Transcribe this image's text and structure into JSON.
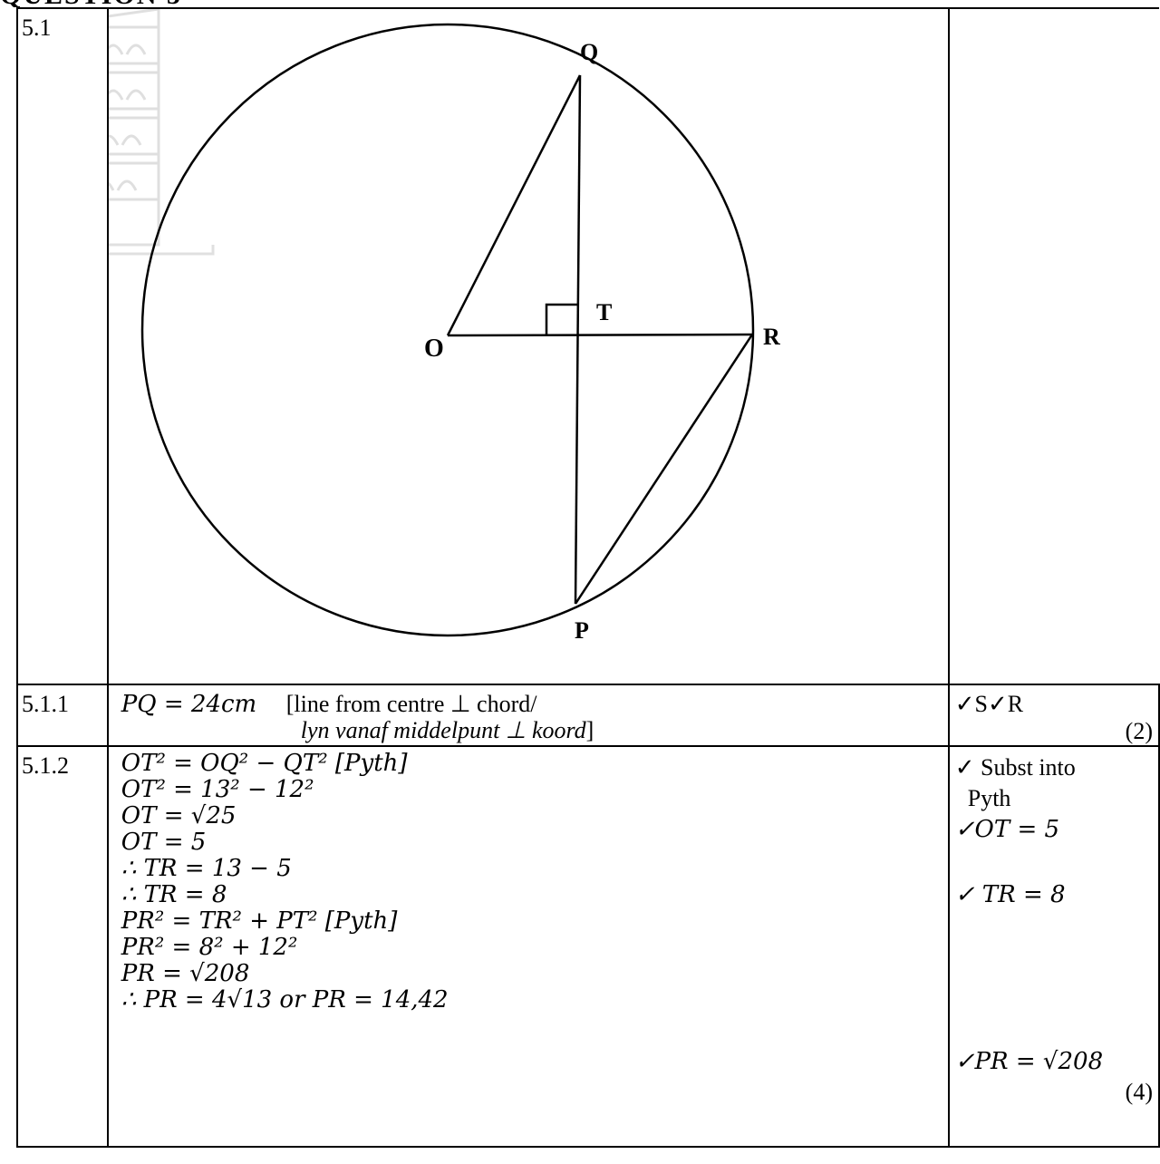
{
  "question": {
    "number": "5.1",
    "diagram": {
      "labels": {
        "o": "O",
        "q": "Q",
        "r": "R",
        "p": "P",
        "t": "T"
      }
    }
  },
  "rows": [
    {
      "number": "5.1.1",
      "lines": [
        {
          "math": "PQ = 24cm",
          "text": "[line from centre ⊥ chord/"
        },
        {
          "italic": "lyn vanaf middelpunt ⊥ koord",
          "close": "]"
        }
      ],
      "marks": {
        "ticks": "✓S✓R",
        "total": "(2)"
      }
    },
    {
      "number": "5.1.2",
      "lines": [
        "OT² = OQ² − QT²   [Pyth]",
        "OT² = 13² − 12²",
        "OT = √25",
        "OT = 5",
        "∴ TR = 13 − 5",
        "∴ TR = 8",
        "PR² = TR² + PT²  [Pyth]",
        "PR² = 8² + 12²",
        "PR = √208",
        "∴ PR = 4√13 or PR = 14,42"
      ],
      "marks": {
        "m1a": "✓ Subst into",
        "m1b": "Pyth",
        "m2": "✓OT = 5",
        "m3": "✓ TR = 8",
        "m4": "✓PR = √208",
        "total": "(4)"
      }
    }
  ]
}
